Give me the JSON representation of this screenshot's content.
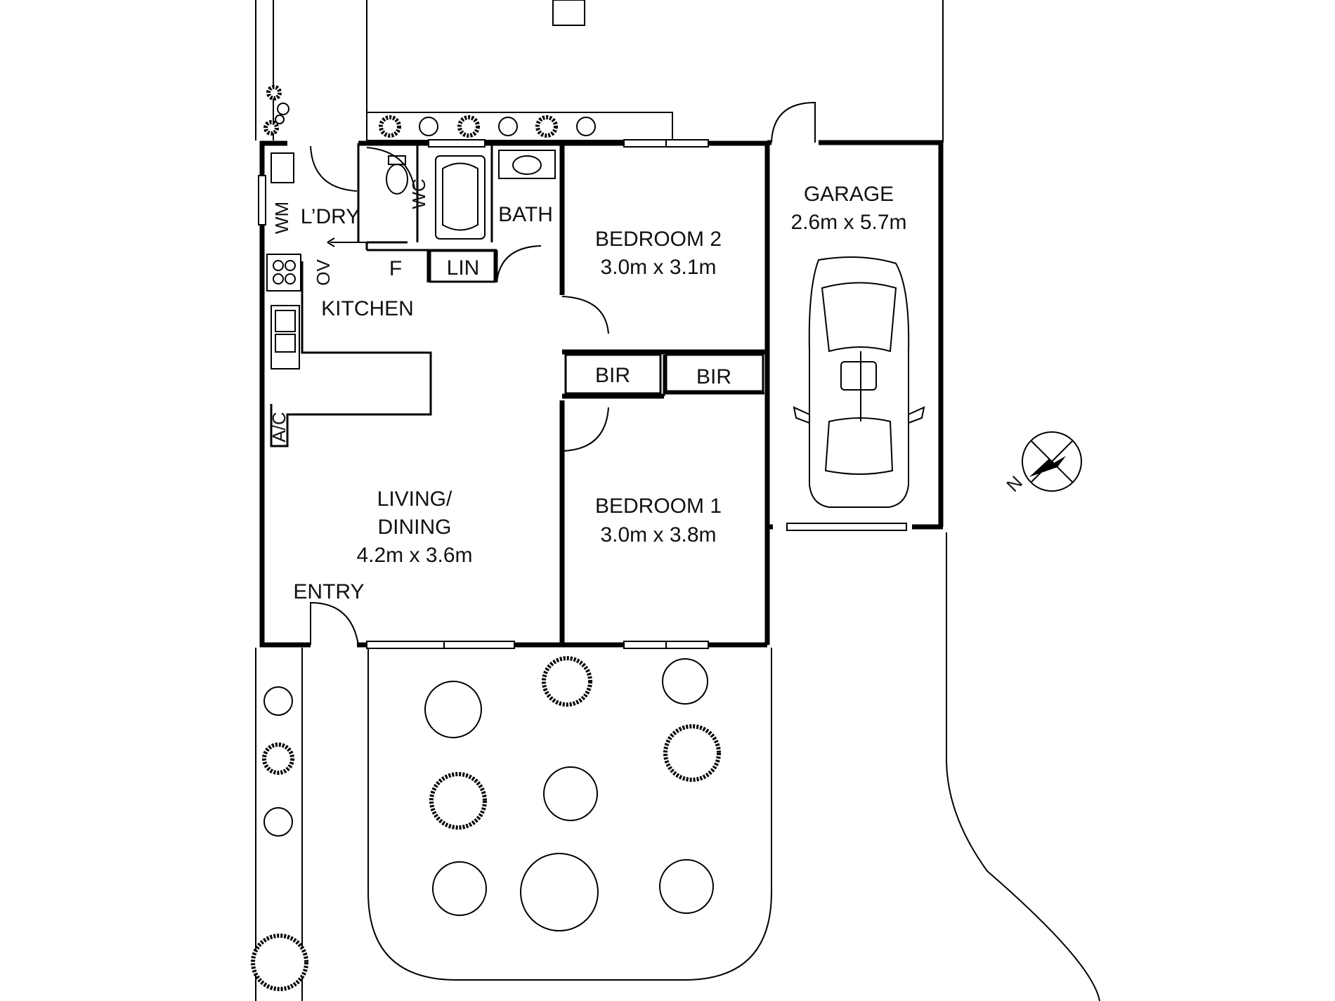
{
  "rooms": {
    "garage": {
      "name": "GARAGE",
      "size": "2.6m x 5.7m"
    },
    "bedroom2": {
      "name": "BEDROOM 2",
      "size": "3.0m x 3.1m"
    },
    "bedroom1": {
      "name": "BEDROOM 1",
      "size": "3.0m x 3.8m"
    },
    "living": {
      "name_line1": "LIVING/",
      "name_line2": "DINING",
      "size": "4.2m x 3.6m"
    },
    "kitchen": {
      "name": "KITCHEN"
    },
    "laundry": {
      "name": "L’DRY"
    },
    "bath": {
      "name": "BATH"
    },
    "wc": {
      "name": "WC"
    },
    "entry": {
      "name": "ENTRY"
    }
  },
  "fixtures": {
    "wm": "WM",
    "ov": "OV",
    "fridge": "F",
    "linen": "LIN",
    "ac": "A/C",
    "bir_left": "BIR",
    "bir_right": "BIR"
  },
  "compass": {
    "north_label": "N"
  }
}
